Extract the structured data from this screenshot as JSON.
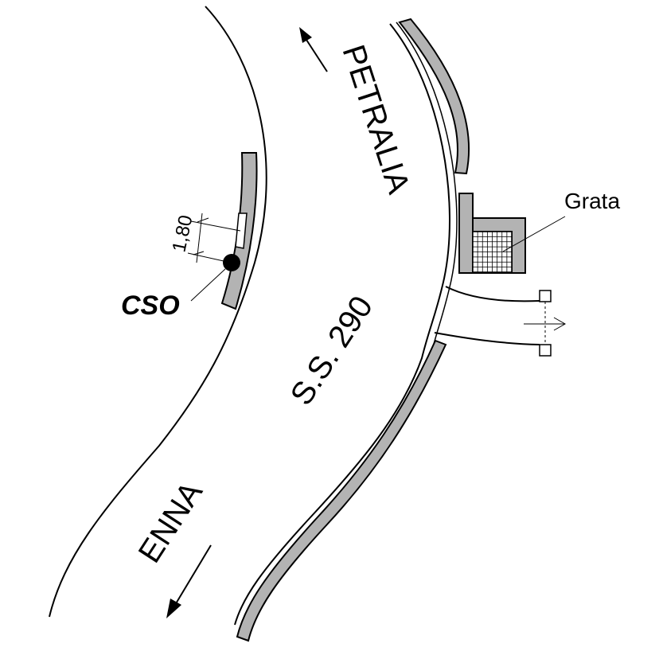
{
  "labels": {
    "road_name": "S.S. 290",
    "direction_north": "PETRALIA",
    "direction_south": "ENNA",
    "grate": "Grata",
    "station": "CSO",
    "offset_dimension": "1,80"
  },
  "colors": {
    "guardrail": "#b3b3b3",
    "ink": "#000000",
    "background": "#ffffff"
  }
}
